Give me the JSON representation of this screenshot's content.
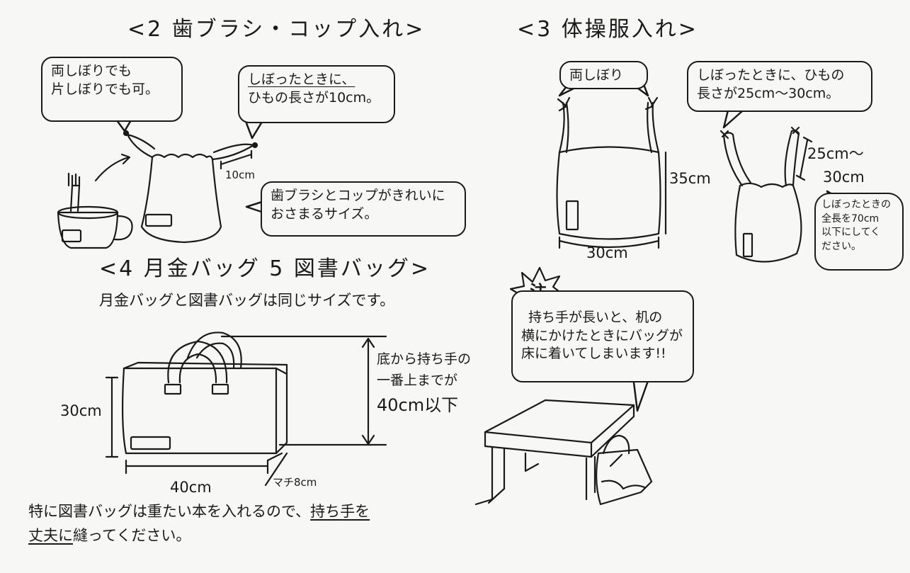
{
  "section2": {
    "title": "<2 歯ブラシ・コップ入れ>",
    "bubble_left": [
      "両しぼりでも",
      "片しぼりでも可。"
    ],
    "bubble_right_1": "しぼったときに、",
    "bubble_right_2": "ひもの長さが10cm。",
    "bubble_bottom": [
      "歯ブラシとコップがきれいに",
      "おさまるサイズ。"
    ],
    "dim_string": "10cm"
  },
  "section3": {
    "title": "<3 体操服入れ>",
    "bubble_left": "両しぼり",
    "bubble_right": [
      "しぼったときに、ひもの",
      "長さが25cm～30cm。"
    ],
    "dim_height": "35cm",
    "dim_width": "30cm",
    "dim_string_1": "25cm～",
    "dim_string_2": "30cm",
    "note_bubble": [
      "しぼったときの",
      "全長を70cm",
      "以下にしてく",
      "ださい。"
    ]
  },
  "section45": {
    "title": "<4 月金バッグ 5 図書バッグ>",
    "subtitle": "月金バッグと図書バッグは同じサイズです。",
    "dim_height": "30cm",
    "dim_width": "40cm",
    "dim_gusset": "マチ8cm",
    "handle_note": [
      "底から持ち手の",
      "一番上までが",
      "40cm以下"
    ],
    "bottom_note_1": "特に図書バッグは重たい本を入れるので、",
    "bottom_note_1_ul": "持ち手を",
    "bottom_note_2_ul": "丈夫に",
    "bottom_note_2": "縫ってください。"
  },
  "caution": {
    "badge": "注",
    "lines": [
      "持ち手が長いと、机の",
      "横にかけたときにバッグが",
      "床に着いてしまいます!!"
    ]
  }
}
